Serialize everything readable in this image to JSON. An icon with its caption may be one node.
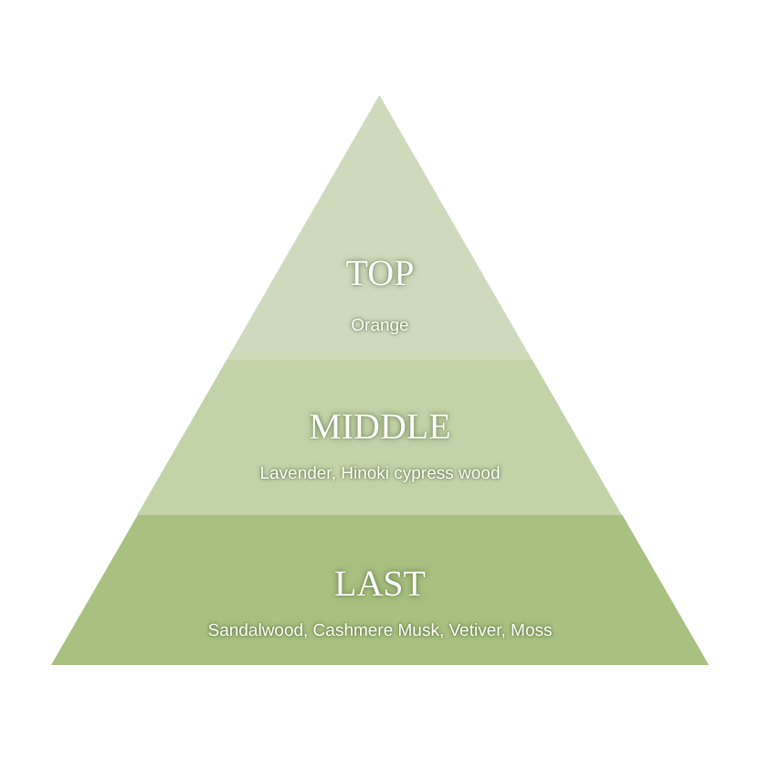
{
  "diagram": {
    "nodes": [
      {
        "text": [
          "TOP",
          "Orange"
        ]
      },
      {
        "text": [
          "MIDDLE",
          "Lavender, Hinoki cypress wood"
        ]
      },
      {
        "text": [
          "LAST",
          "Sandalwood, Cashmere Musk, Vetiver, Moss"
        ]
      }
    ]
  }
}
